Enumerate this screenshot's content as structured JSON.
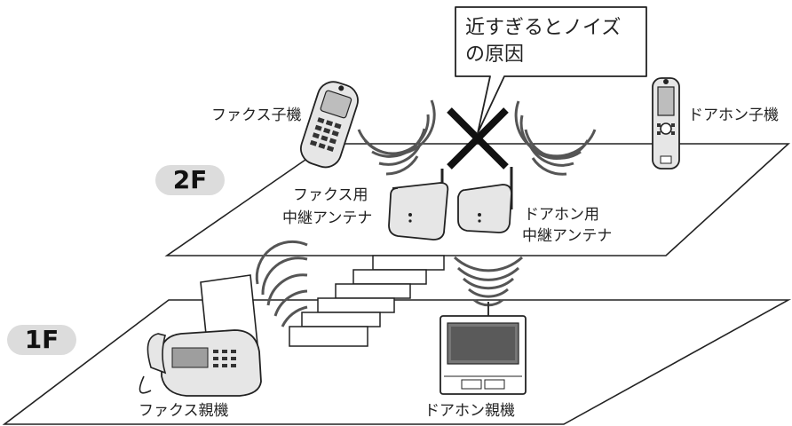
{
  "floors": {
    "second": "2F",
    "first": "1F"
  },
  "callout": {
    "line1": "近すぎるとノイズ",
    "line2": "の原因"
  },
  "labels": {
    "fax_handset": "ファクス子機",
    "door_handset": "ドアホン子機",
    "fax_repeater_line1": "ファクス用",
    "fax_repeater_line2": "中継アンテナ",
    "door_repeater_line1": "ドアホン用",
    "door_repeater_line2": "中継アンテナ",
    "fax_base": "ファクス親機",
    "door_base": "ドアホン親機"
  },
  "colors": {
    "line": "#222222",
    "wave": "#555555",
    "cross": "#111111",
    "badge": "#dcdcdc",
    "device": "#e6e6e6"
  }
}
